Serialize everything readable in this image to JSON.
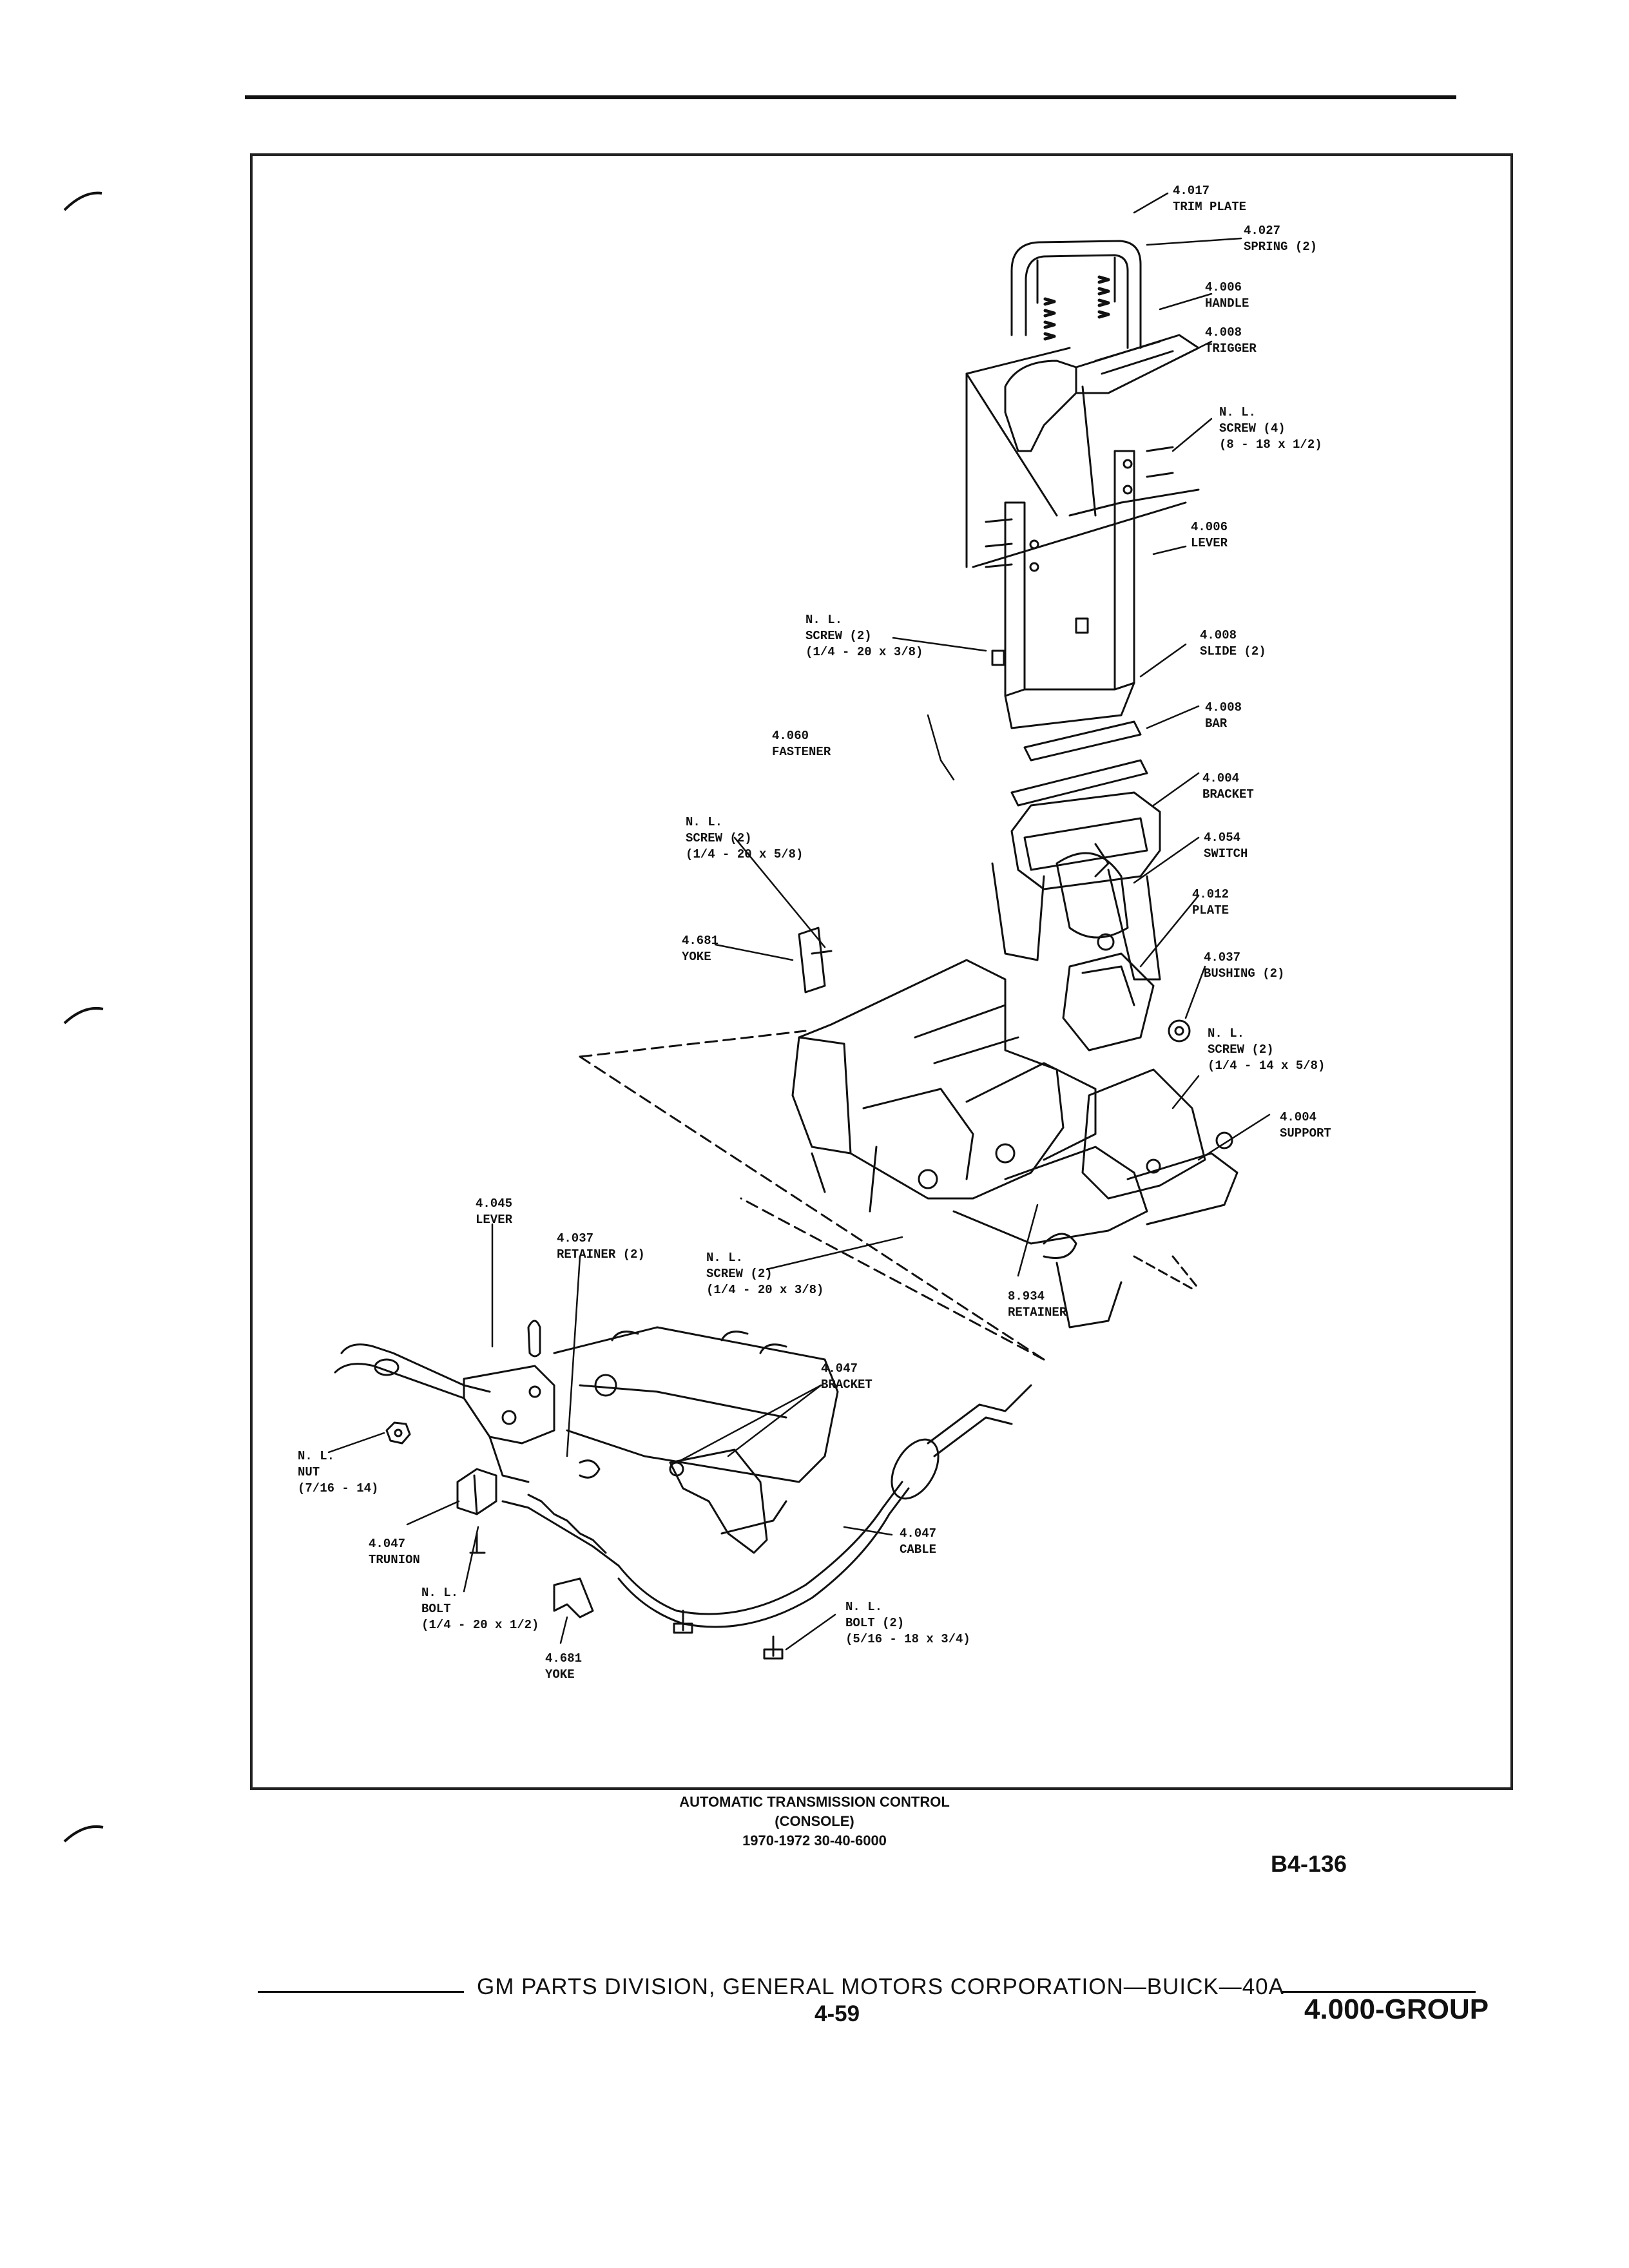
{
  "diagram": {
    "labels": {
      "trim_plate": "4.017\nTRIM PLATE",
      "spring": "4.027\nSPRING (2)",
      "handle": "4.006\nHANDLE",
      "trigger": "4.008\nTRIGGER",
      "screw_4": "N. L.\nSCREW (4)\n(8 - 18 x 1/2)",
      "lever_upper": "4.006\nLEVER",
      "screw_upper": "N. L.\nSCREW (2)\n(1/4 - 20 x 3/8)",
      "slide": "4.008\nSLIDE (2)",
      "bar": "4.008\nBAR",
      "fastener": "4.060\nFASTENER",
      "bracket_upper": "4.004\nBRACKET",
      "switch": "4.054\nSWITCH",
      "screw_58": "N. L.\nSCREW (2)\n(1/4 - 20 x 5/8)",
      "plate": "4.012\nPLATE",
      "yoke_upper": "4.681\nYOKE",
      "bushing": "4.037\nBUSHING (2)",
      "screw_14": "N. L.\nSCREW (2)\n(1/4 - 14 x 5/8)",
      "support": "4.004\nSUPPORT",
      "lever_lower": "4.045\nLEVER",
      "retainer_2": "4.037\nRETAINER (2)",
      "screw_38_lower": "N. L.\nSCREW (2)\n(1/4 - 20 x 3/8)",
      "retainer_lower": "8.934\nRETAINER",
      "bracket_lower": "4.047\nBRACKET",
      "nut": "N. L.\nNUT\n(7/16 - 14)",
      "trunion": "4.047\nTRUNION",
      "cable": "4.047\nCABLE",
      "bolt_lower": "N. L.\nBOLT\n(1/4 - 20 x 1/2)",
      "bolt_2": "N. L.\nBOLT (2)\n(5/16 - 18 x 3/4)",
      "yoke_lower": "4.681\nYOKE"
    }
  },
  "caption": {
    "line1": "AUTOMATIC TRANSMISSION CONTROL",
    "line2": "(CONSOLE)",
    "line3": "1970-1972 30-40-6000"
  },
  "plate_number": "B4-136",
  "footer": {
    "text": "GM PARTS DIVISION, GENERAL MOTORS CORPORATION—BUICK—40A",
    "page": "4-59",
    "group": "4.000-GROUP"
  }
}
